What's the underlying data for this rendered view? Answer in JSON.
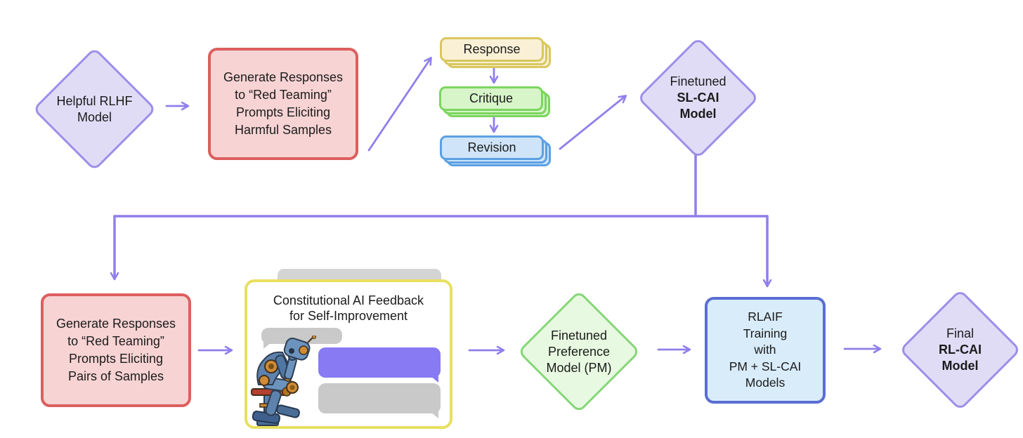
{
  "colors": {
    "background": "#ffffff",
    "text": "#1b1b1b",
    "arrow": "#8f7fea",
    "purple_border": "#9d8ee9",
    "purple_fill": "#e1dcf6",
    "red_border": "#dc5f5f",
    "red_fill": "#f7d3d3",
    "yellow_card_border": "#d9c75e",
    "yellow_card_fill": "#faf0d6",
    "green_card_border": "#7bd55f",
    "green_card_fill": "#d7f5c9",
    "blue_card_border": "#5ba0e3",
    "blue_card_fill": "#cfe4f8",
    "green_diamond_border": "#85d677",
    "green_diamond_fill": "#e7f9e0",
    "rlaif_border": "#5a6ed2",
    "rlaif_fill": "#d9ecfa",
    "cai_box_border": "#e8e060",
    "bubble_gray": "#c9c9c9",
    "bubble_purple": "#877af2",
    "peek_gray": "#d4d4d4"
  },
  "nodes": {
    "helpful_rlhf": {
      "line1": "Helpful RLHF",
      "line2": "Model"
    },
    "generate_harmful": {
      "text": "Generate Responses\nto “Red Teaming”\nPrompts Eliciting\nHarmful Samples"
    },
    "cards": [
      {
        "label": "Response"
      },
      {
        "label": "Critique"
      },
      {
        "label": "Revision"
      }
    ],
    "sl_cai": {
      "line1": "Finetuned",
      "line2": "SL-CAI",
      "line3": "Model"
    },
    "generate_pairs": {
      "text": "Generate Responses\nto “Red Teaming”\nPrompts Eliciting\nPairs of Samples"
    },
    "cai_feedback": {
      "title": "Constitutional AI Feedback\nfor Self-Improvement"
    },
    "preference_model": {
      "line1": "Finetuned",
      "line2": "Preference",
      "line3": "Model (PM)"
    },
    "rlaif": {
      "text": "RLAIF\nTraining\nwith\nPM + SL-CAI\nModels"
    },
    "final_rl_cai": {
      "line1": "Final",
      "line2": "RL-CAI",
      "line3": "Model"
    }
  }
}
